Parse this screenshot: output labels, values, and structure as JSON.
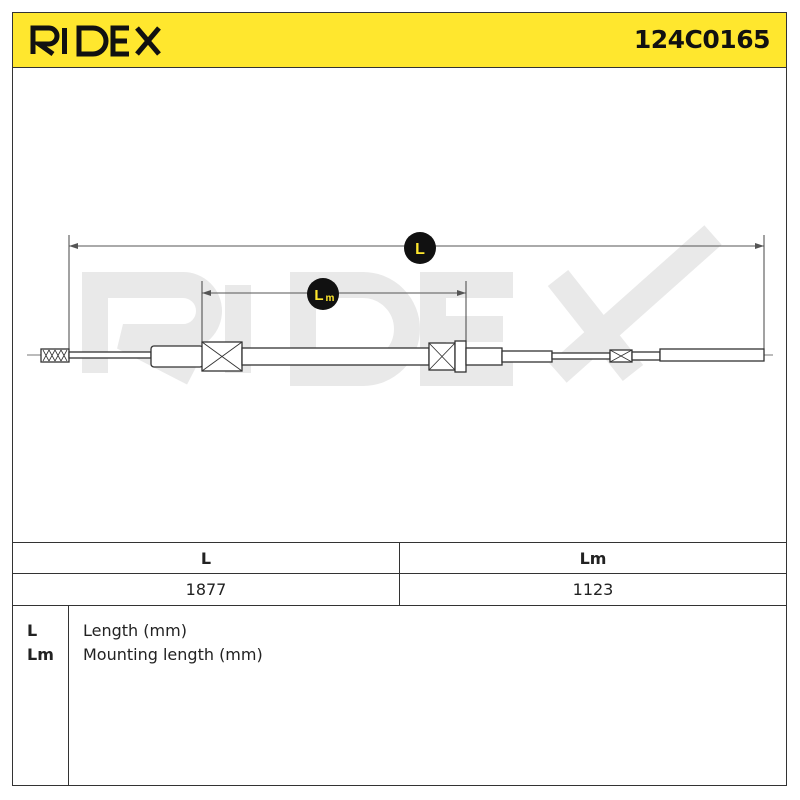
{
  "header": {
    "brand": "RIDEX",
    "part_number": "124C0165",
    "background_color": "#ffe72e"
  },
  "drawing": {
    "watermark_icon": "ridex-watermark",
    "dimension_labels": {
      "L": "L",
      "Lm": "L",
      "Lm_sub": "m"
    },
    "badge_color": "#111111",
    "badge_text_color": "#ffe72e"
  },
  "table": {
    "columns": [
      "L",
      "Lm"
    ],
    "values": [
      "1877",
      "1123"
    ]
  },
  "legend": [
    {
      "key": "L",
      "description": "Length (mm)"
    },
    {
      "key": "Lm",
      "description": "Mounting length (mm)"
    }
  ]
}
